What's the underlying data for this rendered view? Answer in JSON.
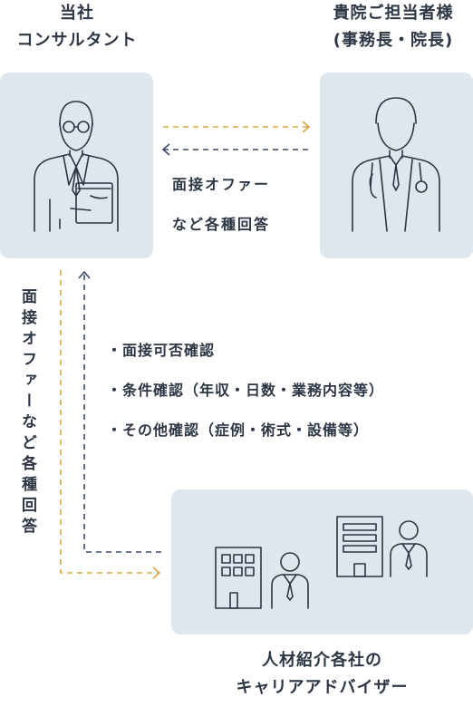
{
  "labels": {
    "consultant": [
      "当社",
      "コンサルタント"
    ],
    "hospital": [
      "貴院ご担当者様",
      "(事務長・院長)"
    ],
    "agency": [
      "人材紹介各社の",
      "キャリアアドバイザー"
    ]
  },
  "top_arrow_text": [
    "面接オファー",
    "など各種回答"
  ],
  "vertical_text": "面接オファーなど各種回答",
  "bullets": [
    "・面接可否確認",
    "・条件確認（年収・日数・業務内容等）",
    "・その他確認（症例・術式・設備等）"
  ],
  "colors": {
    "box_bg": "#dfe7ee",
    "arrow_gold": "#d9a843",
    "arrow_navy": "#3c4a66",
    "icon_stroke": "#2c3644"
  }
}
